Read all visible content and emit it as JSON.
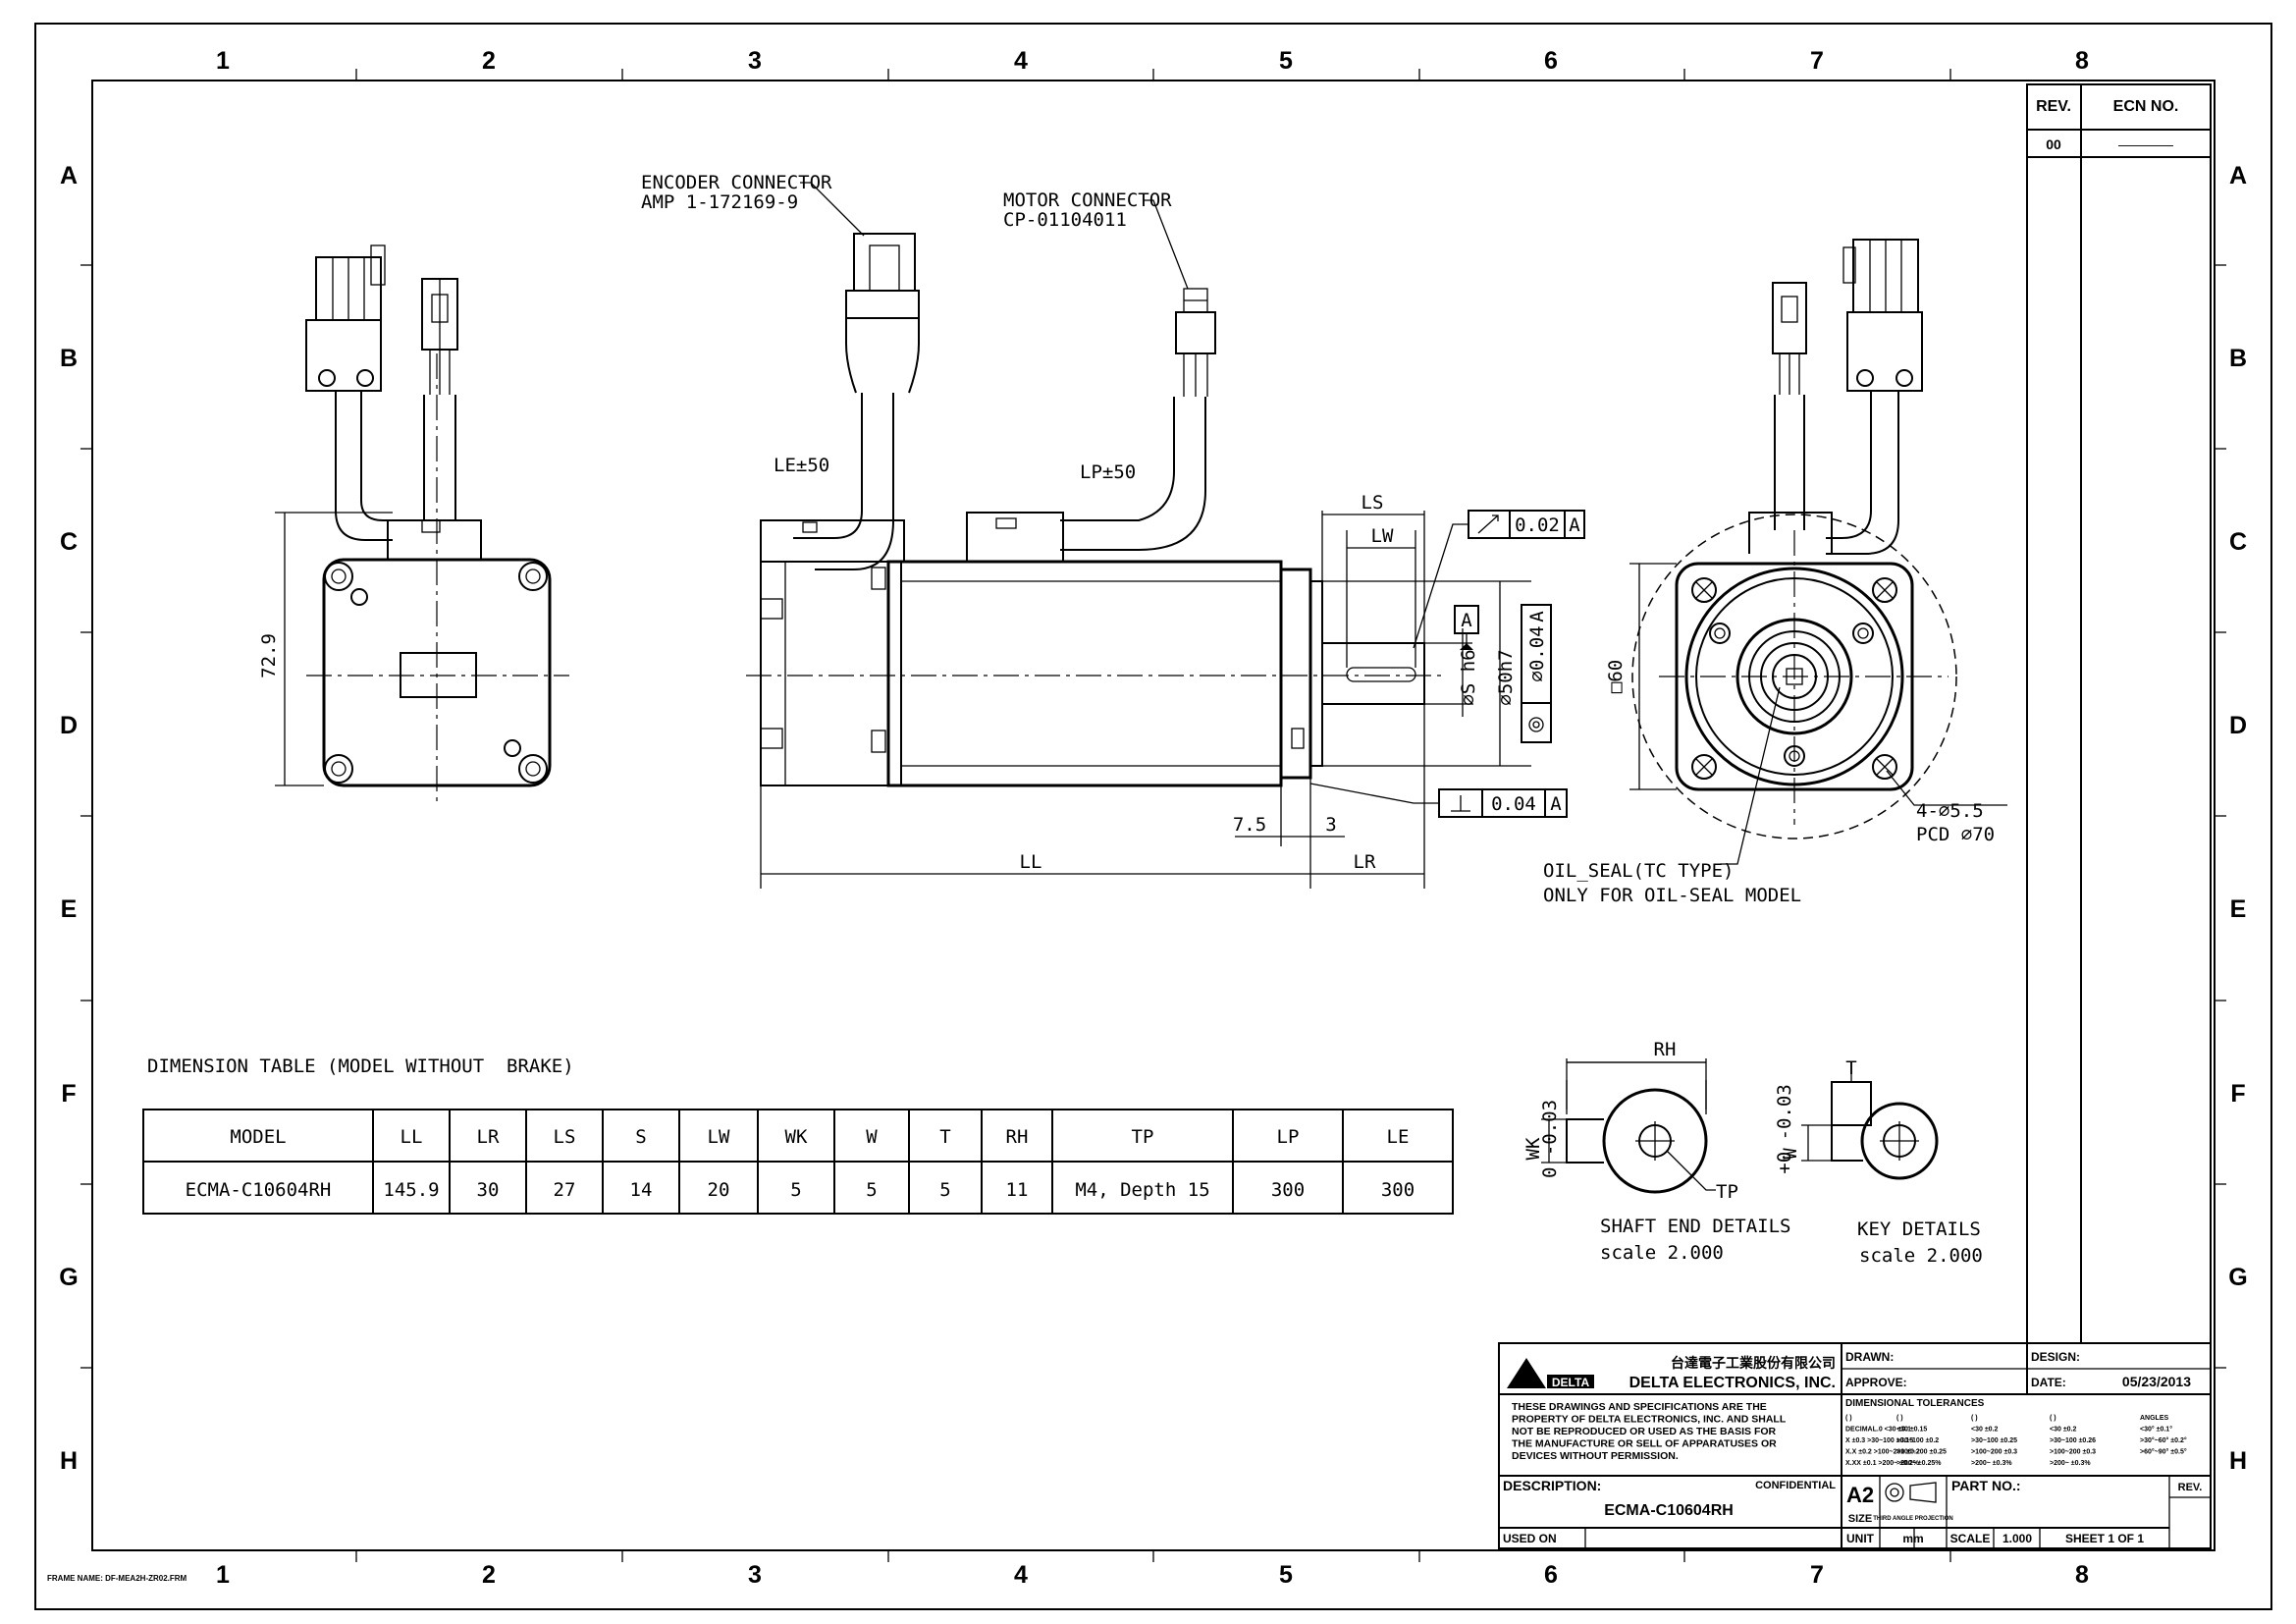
{
  "frame": {
    "columns": [
      "1",
      "2",
      "3",
      "4",
      "5",
      "6",
      "7",
      "8"
    ],
    "rows": [
      "A",
      "B",
      "C",
      "D",
      "E",
      "F",
      "G",
      "H"
    ],
    "frame_name": "FRAME NAME: DF-MEA2H-ZR02.FRM"
  },
  "revision": {
    "rev_header": "REV.",
    "ecn_header": "ECN NO.",
    "rev_value": "00",
    "ecn_value": "————"
  },
  "callouts": {
    "encoder_line1": "ENCODER CONNECTOR",
    "encoder_line2": "AMP 1-172169-9",
    "motor_line1": "MOTOR CONNECTOR",
    "motor_line2": "CP-01104011",
    "oil_line1": "OIL_SEAL(TC TYPE)",
    "oil_line2": "ONLY FOR OIL-SEAL MODEL"
  },
  "dimensions": {
    "le": "LE±50",
    "lp": "LP±50",
    "ls": "LS",
    "lw": "LW",
    "ll": "LL",
    "lr": "LR",
    "d75": "7.5",
    "d3": "3",
    "d729": "72.9",
    "d60": "□60",
    "holes": "4-∅5.5",
    "pcd": "PCD ∅70",
    "shaft_dia": "∅S h6",
    "pilot_dia": "∅50h7",
    "pilot_runout": "∅0.04",
    "rh": "RH",
    "tp": "TP",
    "wk": "WK",
    "w": "W",
    "t": "T",
    "wk_tol": "0 -0.03",
    "w_tol": "+0 -0.03"
  },
  "gdt": {
    "runout_value": "0.02",
    "runout_datum": "A",
    "perp_value": "0.04",
    "perp_datum": "A",
    "datum_label": "A",
    "pilot_datum": "A"
  },
  "details": {
    "shaft_title": "SHAFT END DETAILS",
    "shaft_scale": "scale 2.000",
    "key_title": "KEY DETAILS",
    "key_scale": "scale 2.000"
  },
  "dimension_table": {
    "title": "DIMENSION TABLE (MODEL WITHOUT  BRAKE)",
    "headers": [
      "MODEL",
      "LL",
      "LR",
      "LS",
      "S",
      "LW",
      "WK",
      "W",
      "T",
      "RH",
      "TP",
      "LP",
      "LE"
    ],
    "rows": [
      [
        "ECMA-C10604RH",
        "145.9",
        "30",
        "27",
        "14",
        "20",
        "5",
        "5",
        "5",
        "11",
        "M4, Depth 15",
        "300",
        "300"
      ]
    ]
  },
  "title_block": {
    "company_cn": "台達電子工業股份有限公司",
    "logo_text": "DELTA",
    "company_en": "DELTA ELECTRONICS, INC.",
    "notice": [
      "THESE DRAWINGS AND SPECIFICATIONS ARE THE",
      "PROPERTY OF DELTA ELECTRONICS, INC. AND SHALL",
      "NOT BE REPRODUCED OR USED AS THE BASIS FOR",
      "THE MANUFACTURE OR SELL OF APPARATUSES OR",
      "DEVICES WITHOUT PERMISSION."
    ],
    "drawn_label": "DRAWN:",
    "approve_label": "APPROVE:",
    "design_label": "DESIGN:",
    "date_label": "DATE:",
    "date_value": "05/23/2013",
    "tolerances_title": "DIMENSIONAL TOLERANCES",
    "tol_rows": [
      [
        "( )",
        "( )",
        "( )",
        "( )",
        "ANGLES"
      ],
      [
        "DECIMAL.0 <30 ±0.1",
        "<30 ±0.15",
        "<30 ±0.2",
        "<30 ±0.2",
        "<30° ±0.1°"
      ],
      [
        "X ±0.3 >30~100 ±0.15",
        ">30~100 ±0.2",
        ">30~100 ±0.25",
        ">30~100 ±0.26",
        ">30°~60° ±0.2°"
      ],
      [
        "X.X ±0.2 >100~200 ±0.2",
        ">100~200 ±0.25",
        ">100~200 ±0.3",
        ">100~200 ±0.3",
        ">60°~90° ±0.5°"
      ],
      [
        "X.XX ±0.1 >200~ ±0.2%",
        ">200~ ±0.25%",
        ">200~ ±0.3%",
        ">200~ ±0.3%",
        ""
      ]
    ],
    "description_label": "DESCRIPTION:",
    "confidential": "CONFIDENTIAL",
    "description_value": "ECMA-C10604RH",
    "size_value": "A2",
    "size_label": "SIZE",
    "projection_label": "THIRD ANGLE PROJECTION",
    "part_no_label": "PART NO.:",
    "rev_label": "REV.",
    "used_on_label": "USED ON",
    "unit_label": "UNIT",
    "unit_value": "mm",
    "scale_label": "SCALE",
    "scale_value": "1.000",
    "sheet_value": "SHEET 1 OF 1"
  }
}
